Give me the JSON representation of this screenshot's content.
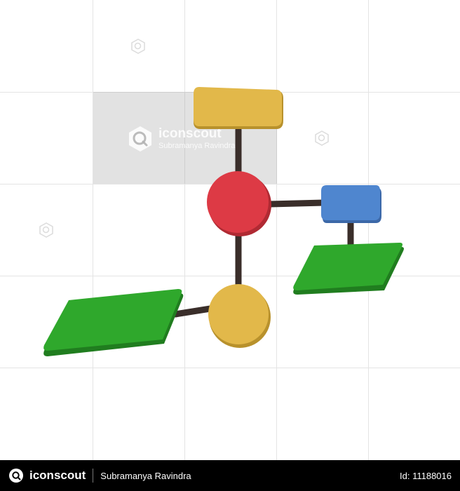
{
  "watermark": {
    "brand": "iconscout",
    "author": "Subramanya Ravindra"
  },
  "footer": {
    "brand": "iconscout",
    "author": "Subramanya Ravindra",
    "id_text": "Id: 11188016"
  },
  "colors": {
    "background": "#ffffff",
    "footer_bg": "#000000",
    "grid": "#e4e4e4",
    "yellow": "#e2b84a",
    "red": "#dd3a45",
    "blue": "#4f86cf",
    "green": "#2fa82c",
    "connector": "#3a2e2a"
  },
  "icons": [
    "iconscout-logo-icon",
    "flowchart-illustration"
  ]
}
